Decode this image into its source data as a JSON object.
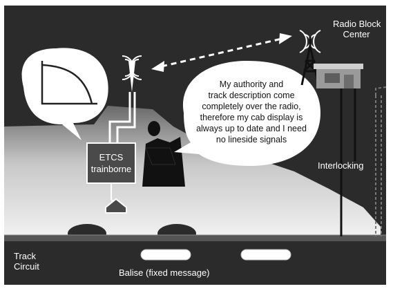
{
  "labels": {
    "radio_block_center_line1": "Radio Block",
    "radio_block_center_line2": "Center",
    "interlocking": "Interlocking",
    "track_circuit_line1": "Track",
    "track_circuit_line2": "Circuit",
    "balise": "Balise (fixed message)",
    "etcs_line1": "ETCS",
    "etcs_line2": "trainborne"
  },
  "speech_bubble": {
    "lines": [
      "My authority and",
      "track description come",
      "completely over the radio,",
      "therefore my cab display is",
      "always up to date and I need",
      "no lineside signals"
    ]
  },
  "colors": {
    "background": "#2b2b2b",
    "train_body": "#d9d9d9",
    "bubble": "#ffffff",
    "etcs_box": "#4a4a4a",
    "rail": "#555555",
    "stroke": "#ffffff"
  }
}
